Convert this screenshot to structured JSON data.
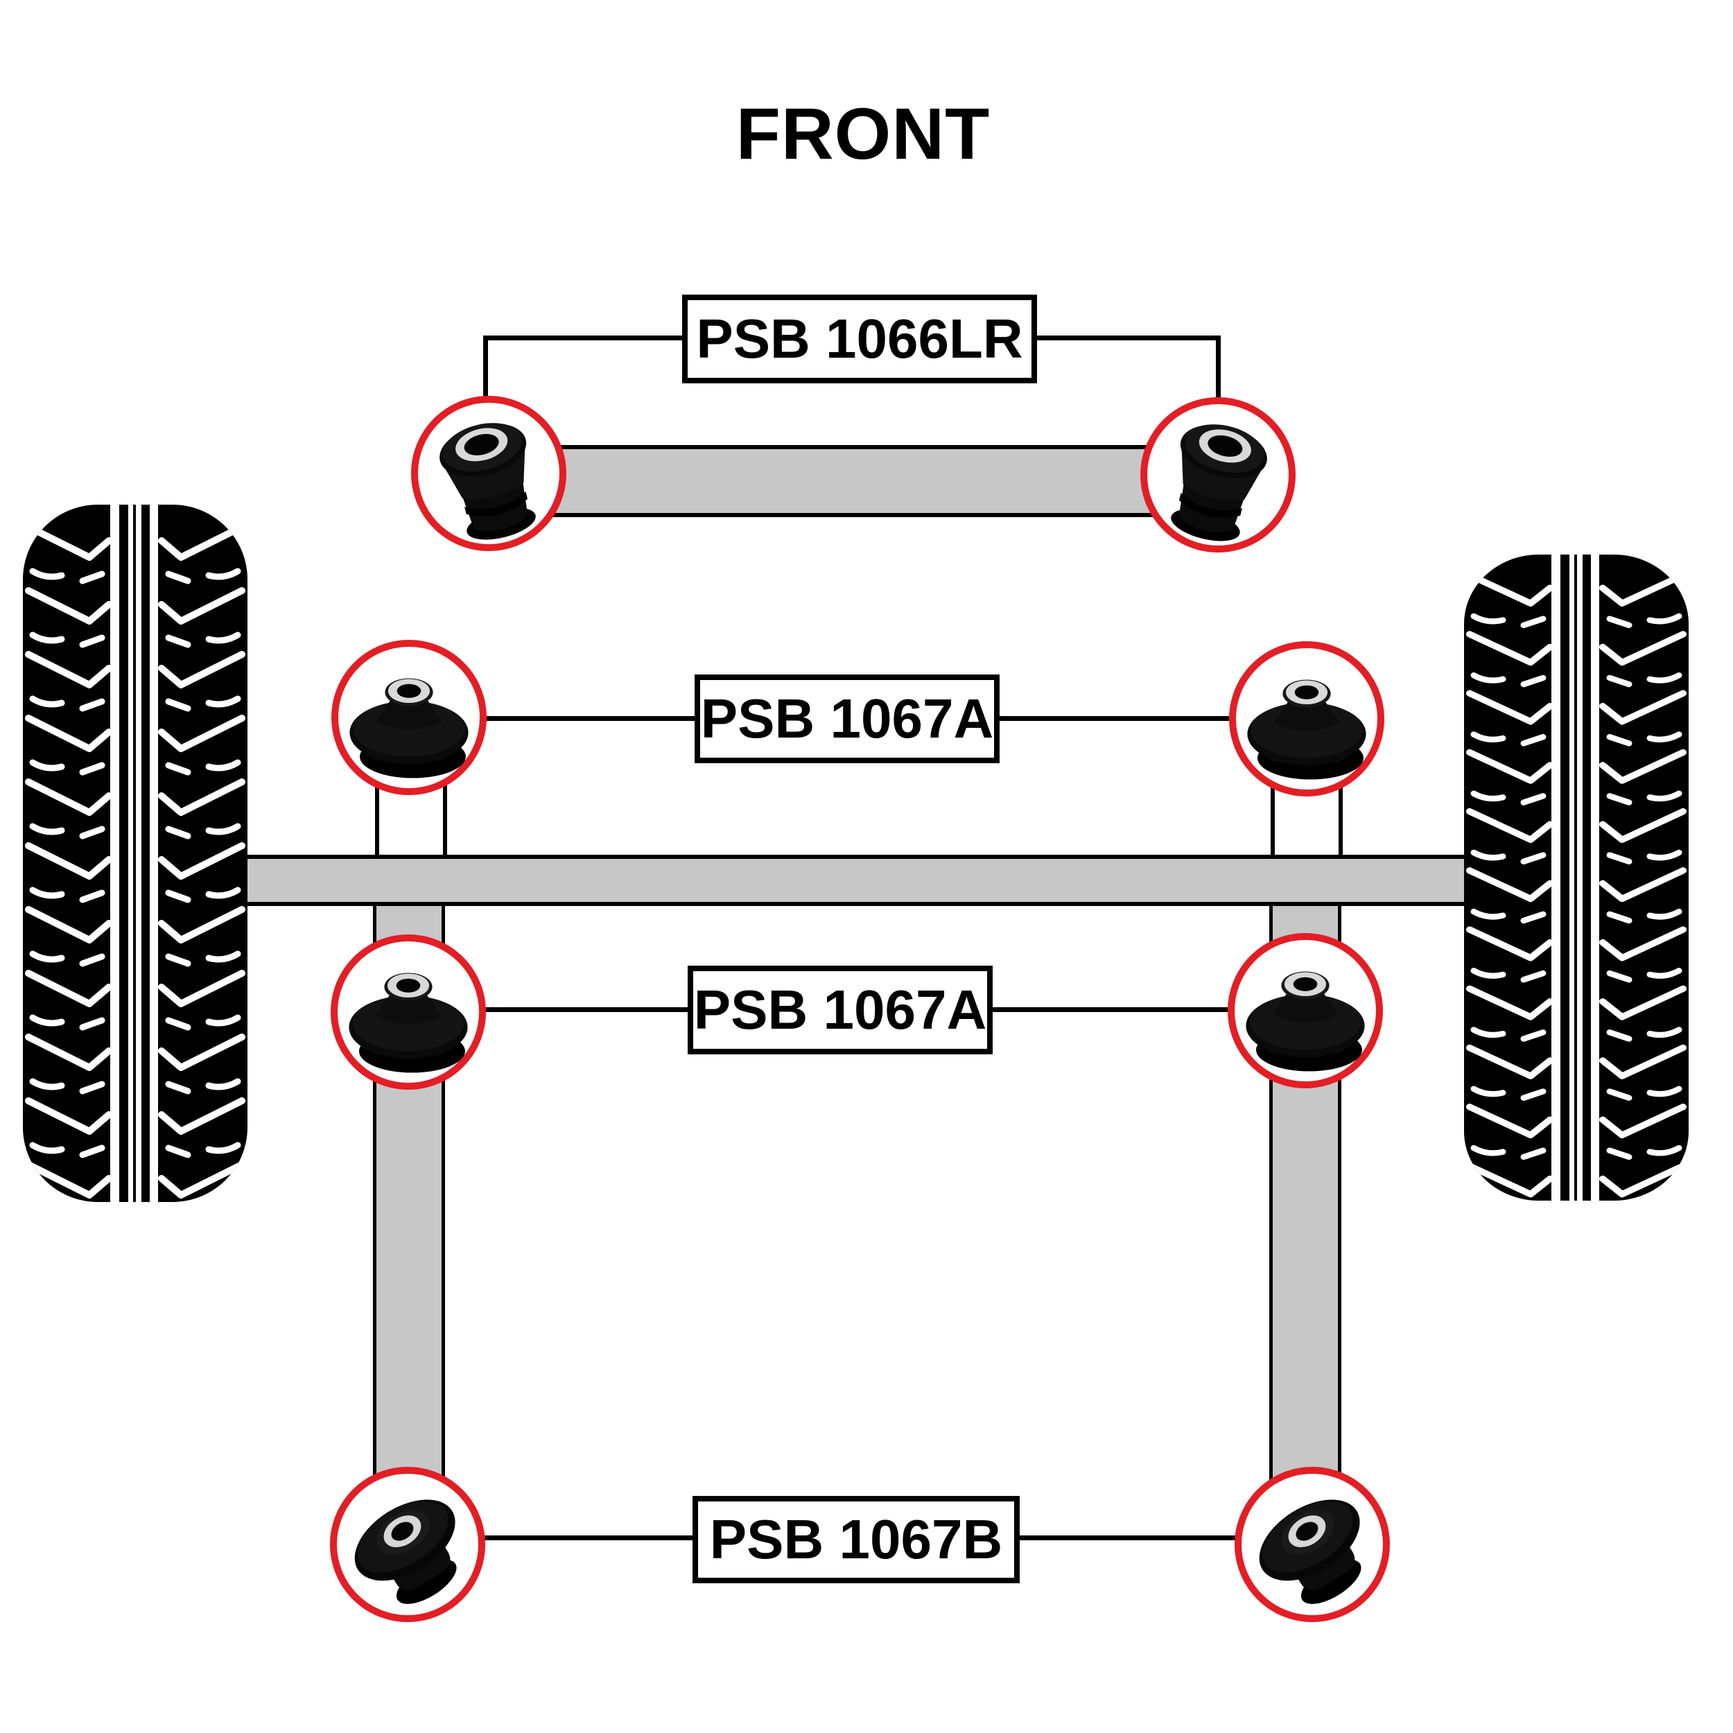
{
  "header": {
    "title": "FRONT"
  },
  "diagram": {
    "colors": {
      "arm_gray": "#c7c7c7",
      "highlight_red": "#e31e25",
      "line_black": "#000000",
      "tire_black": "#000000",
      "background": "#ffffff"
    },
    "assemblies": [
      {
        "id": "sway-bar-link",
        "label": "PSB 1066LR",
        "bushings": 2,
        "position": "top"
      },
      {
        "id": "upper-control-arm",
        "label": "PSB 1067A",
        "bushings": 2,
        "position": "upper-middle"
      },
      {
        "id": "lower-control-arm",
        "label": "PSB 1067A",
        "bushings": 2,
        "position": "lower-middle"
      },
      {
        "id": "rear-control-arm",
        "label": "PSB 1067B",
        "bushings": 2,
        "position": "bottom"
      }
    ],
    "tires": {
      "left": "front-left-tire",
      "right": "front-right-tire"
    }
  }
}
